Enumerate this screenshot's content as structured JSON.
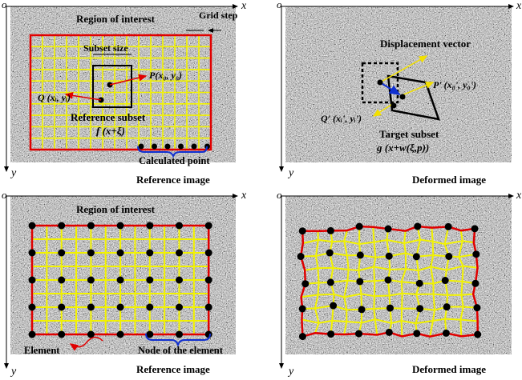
{
  "axes": {
    "origin": "o",
    "x": "x",
    "y": "y"
  },
  "panels": {
    "top_left": {
      "region_of_interest": "Region of interest",
      "grid_step": "Grid step",
      "subset_size": "Subset size",
      "point_p": "P(x₀, y₀)",
      "point_q": "Q (xᵢ, yᵢ)",
      "reference_subset": "Reference subset",
      "reference_subset_func": "f (x+ξ)",
      "calculated_point": "Calculated point",
      "caption": "Reference image"
    },
    "top_right": {
      "displacement_vector": "Displacement vector",
      "point_p_prime": "P' (x₀', y₀')",
      "point_q_prime": "Q' (xᵢ', yᵢ')",
      "target_subset": "Target subset",
      "target_subset_func": "g (x+w(ξ,p))",
      "caption": "Deformed image"
    },
    "bottom_left": {
      "region_of_interest": "Region of interest",
      "element": "Element",
      "node": "Node of the element",
      "caption": "Reference image"
    },
    "bottom_right": {
      "caption": "Deformed image"
    }
  },
  "colors": {
    "roi": "#e00000",
    "grid": "#f2f200",
    "node": "#000000",
    "displacement": "#f2e000",
    "bracket": "#1030d0",
    "speckle_bg": "#8c8c8c"
  }
}
